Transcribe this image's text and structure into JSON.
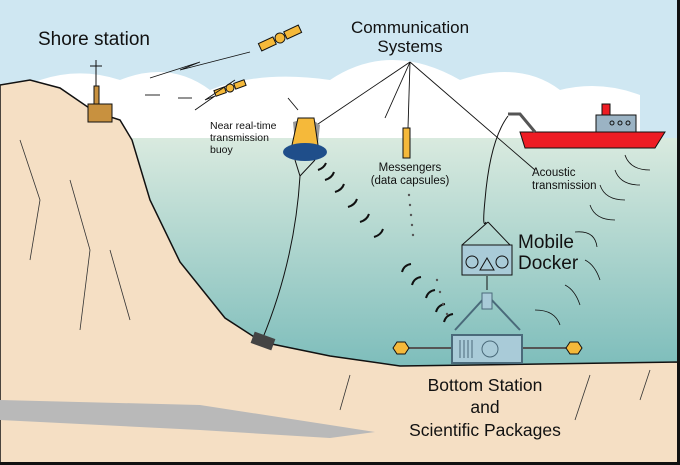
{
  "labels": {
    "shore_station": "Shore station",
    "communication_line1": "Communication",
    "communication_line2": "Systems",
    "buoy_line1": "Near real-time",
    "buoy_line2": "transmission",
    "buoy_line3": "buoy",
    "messengers_line1": "Messengers",
    "messengers_line2": "(data capsules)",
    "acoustic_line1": "Acoustic",
    "acoustic_line2": "transmission",
    "docker_line1": "Mobile",
    "docker_line2": "Docker",
    "bottom_line1": "Bottom Station",
    "bottom_line2": "and",
    "bottom_line3": "Scientific Packages"
  },
  "colors": {
    "sky": "#cfe7f2",
    "ice": "#ffffff",
    "water_top": "#d9eadf",
    "water_bottom": "#7dbdbb",
    "seabed": "#f5dfc4",
    "ship": "#ee1c24",
    "buoy": "#f5b93a",
    "buoy_float": "#1f4e8a",
    "docker": "#a9cbd8"
  }
}
